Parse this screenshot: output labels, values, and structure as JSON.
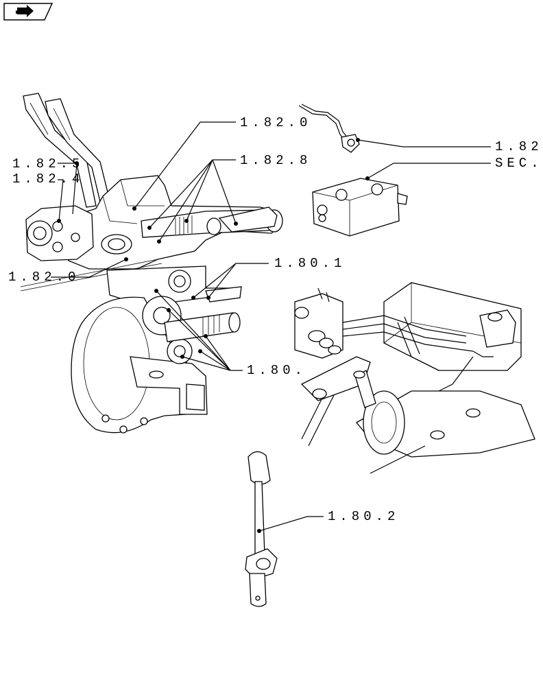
{
  "toolbar": {
    "nav_icon": "arrow-right-icon"
  },
  "callouts": {
    "ref_1_82_0": "1.82.0",
    "ref_1_82_top_right": "1.82",
    "ref_1_82_8": "1.82.8",
    "ref_sec": "SEC.",
    "ref_1_82_5": "1.82.5",
    "ref_1_82_4": "1.82.4",
    "ref_1_80_1": "1.80.1",
    "ref_1_82_bottom_left": "1.82.0",
    "ref_1_80_lower": "1.80.",
    "ref_1_80_2": "1.80.2"
  },
  "colors": {
    "line": "#000000",
    "background": "#ffffff"
  }
}
